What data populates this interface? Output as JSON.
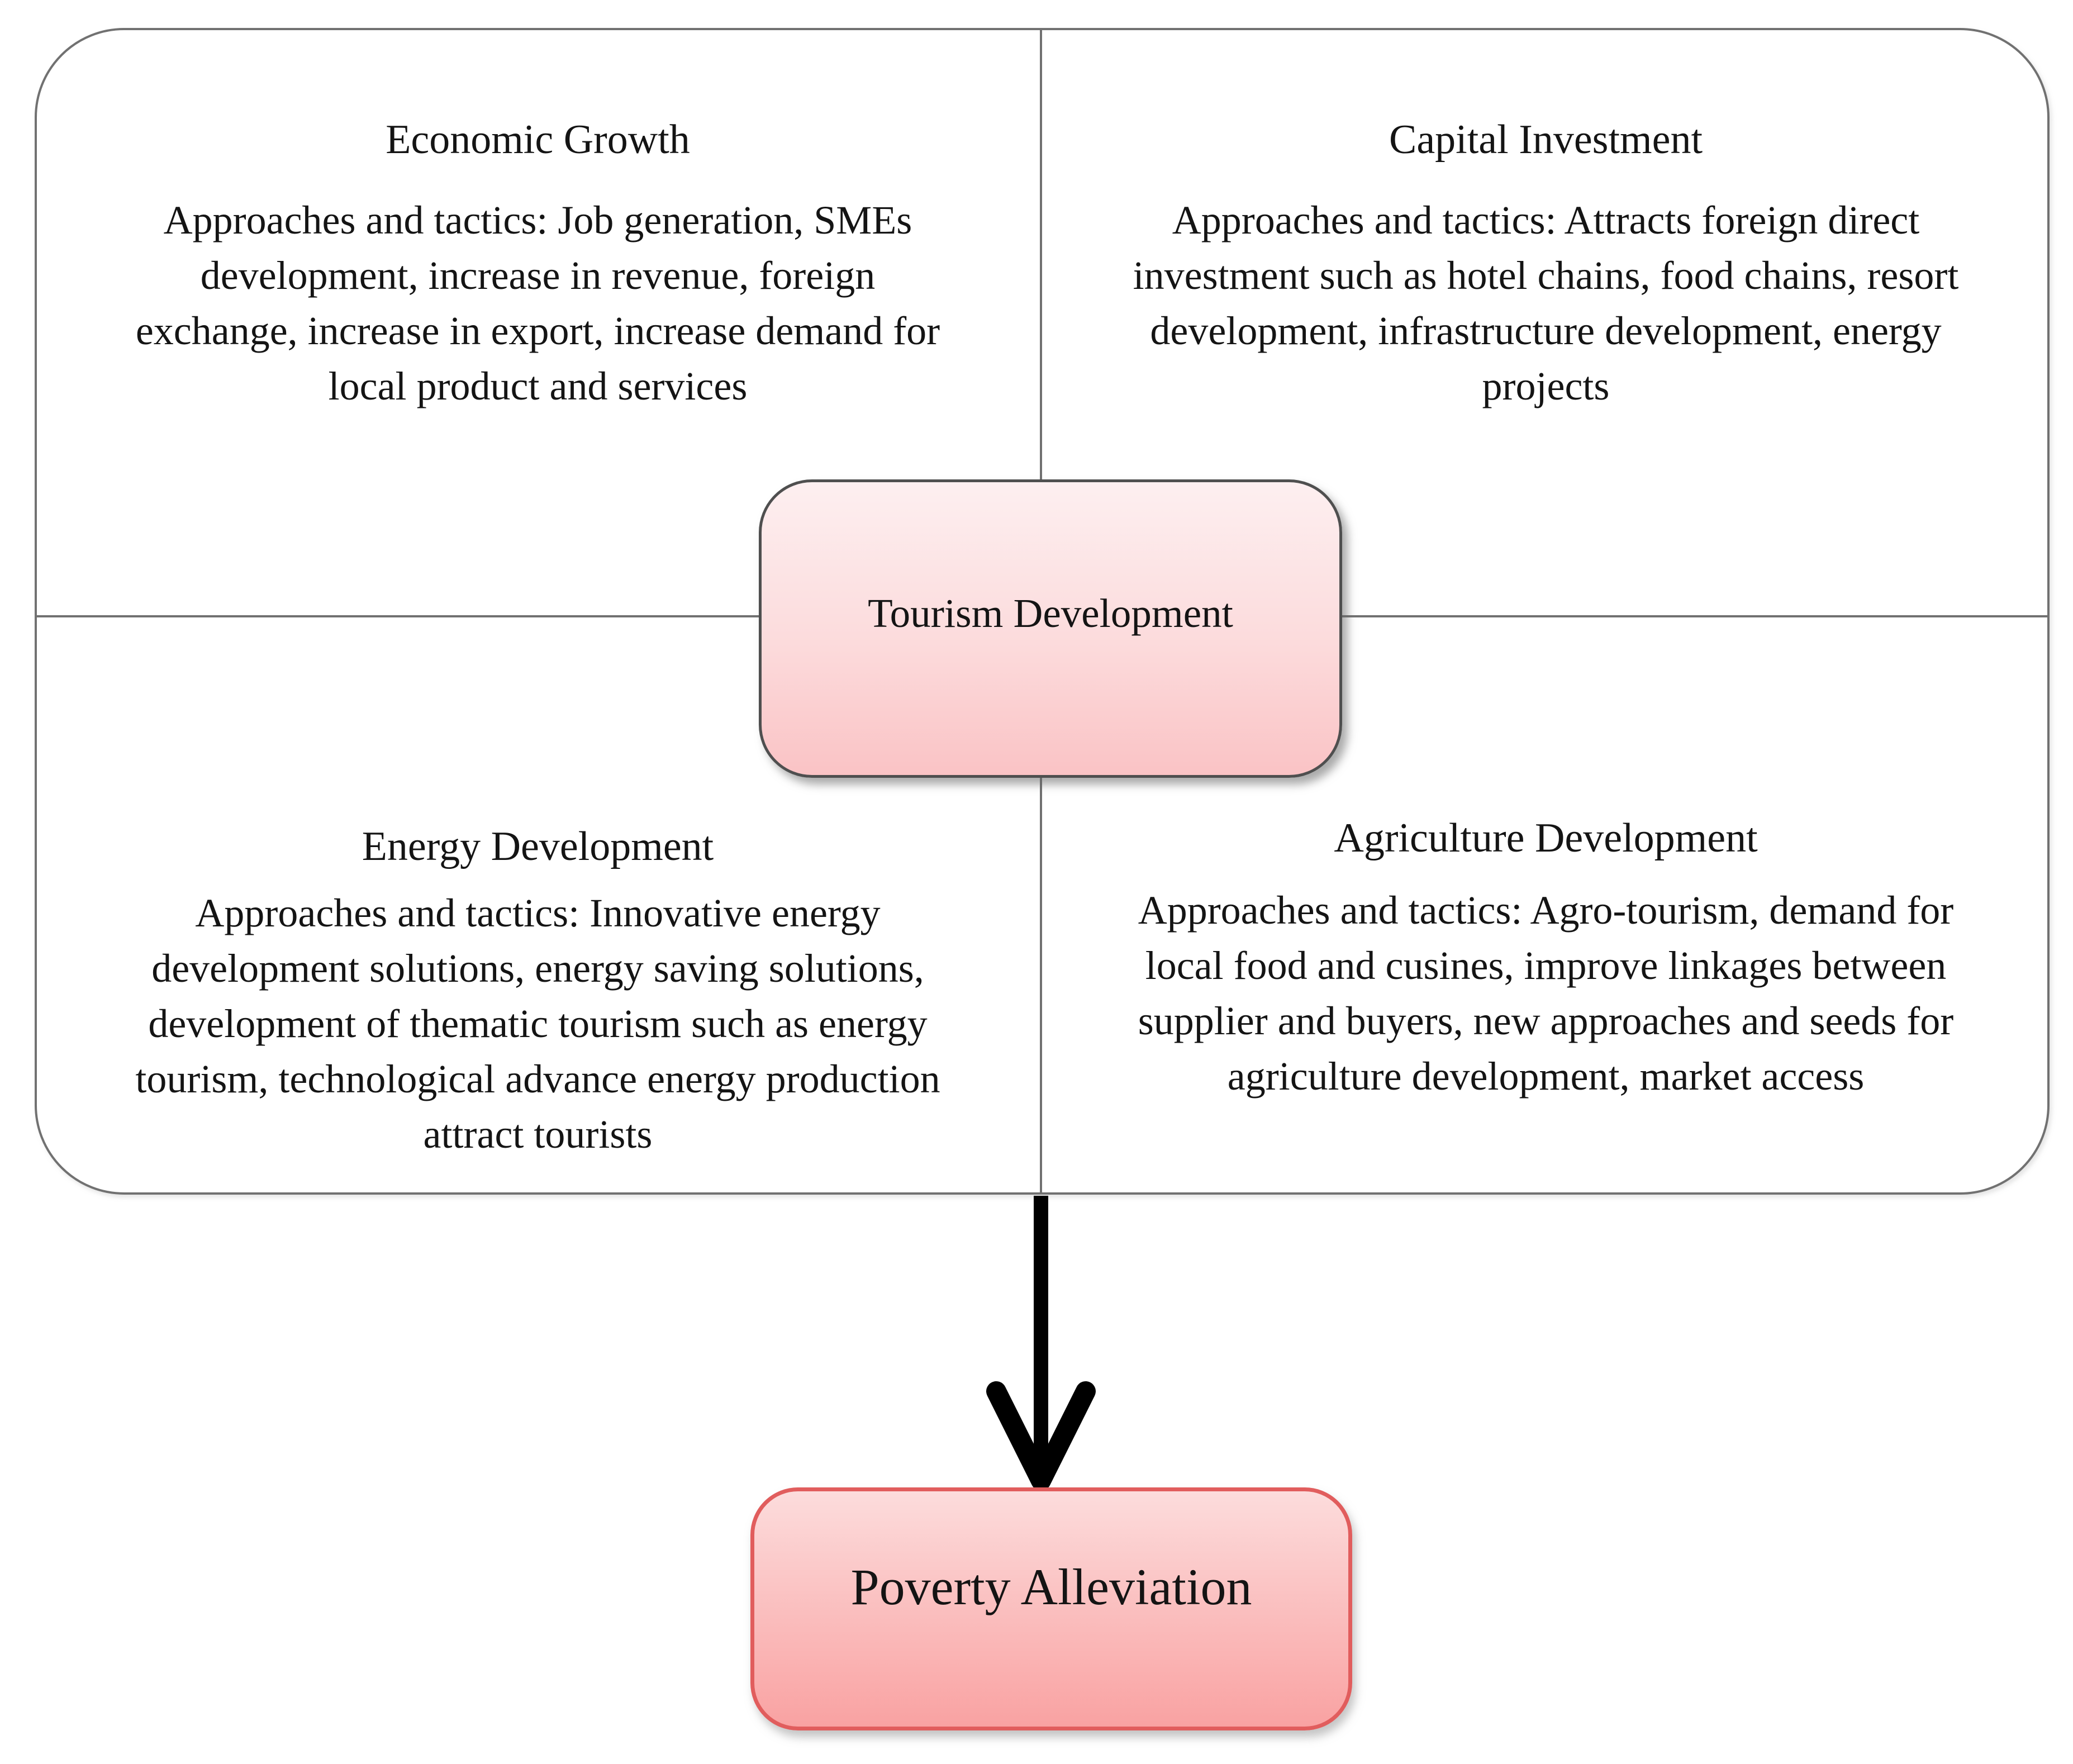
{
  "quadrants": [
    {
      "id": "economic-growth",
      "title": "Economic Growth",
      "body": "Approaches and tactics: Job generation, SMEs development, increase in revenue, foreign exchange, increase in export, increase demand for local product and services",
      "lines": [
        "Approaches and tactics: Job generation, SMEs",
        "development, increase in revenue, foreign",
        "exchange, increase in export, increase demand for",
        "local product and services"
      ]
    },
    {
      "id": "capital-investment",
      "title": "Capital Investment",
      "body": "Approaches and tactics: Attracts foreign direct investment such as hotel chains, food chains, resort development, infrastructure development, energy projects",
      "lines": [
        "Approaches and tactics: Attracts foreign direct",
        "investment such as hotel chains, food chains, resort",
        "development, infrastructure development, energy",
        "projects"
      ]
    },
    {
      "id": "energy-development",
      "title": "Energy Development",
      "body": "Approaches and tactics: Innovative energy development solutions, energy saving solutions, development of thematic tourism such as energy tourism, technological advance energy production attract tourists",
      "lines": [
        "Approaches and tactics: Innovative energy",
        "development solutions, energy saving solutions,",
        "development of thematic tourism such as energy",
        "tourism, technological advance energy production",
        "attract tourists"
      ]
    },
    {
      "id": "agriculture-development",
      "title": "Agriculture Development",
      "body": "Approaches and tactics: Agro-tourism, demand for local food and cusines, improve linkages between supplier and buyers, new approaches and seeds for agriculture development, market access",
      "lines": [
        "Approaches and tactics: Agro-tourism, demand for",
        "local food and cusines, improve linkages between",
        "supplier and buyers, new approaches and seeds for",
        "agriculture development, market access"
      ]
    }
  ],
  "center_box": {
    "label": "Tourism Development"
  },
  "outcome_box": {
    "label": "Poverty Alleviation"
  },
  "arrow": {
    "icon": "down-arrow-icon",
    "direction": "down"
  },
  "colors": {
    "line_gray": "#717171",
    "tourism_border": "#4f4f4f",
    "poverty_border": "#e15d5d",
    "pink_light": "#fdeff0",
    "pink_mid": "#fac3c5",
    "poverty_pink_light": "#fcdcdc",
    "poverty_pink_deep": "#f9a2a2",
    "arrow_black": "#000000",
    "text_black": "#141414"
  }
}
